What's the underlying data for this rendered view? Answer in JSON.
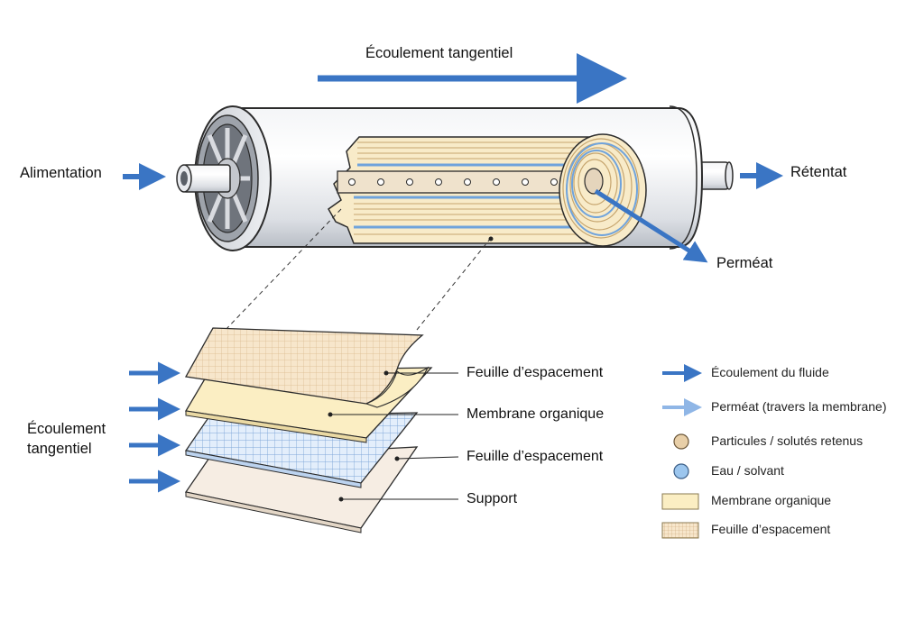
{
  "top": {
    "flow_title": "Écoulement tangentiel",
    "feed_label": "Alimentation",
    "retentate_label": "Rétentat",
    "permeate_label": "Perméat"
  },
  "layers": {
    "side_label_line1": "Écoulement",
    "side_label_line2": "tangentiel",
    "items": [
      {
        "label": "Feuille d’espacement"
      },
      {
        "label": "Membrane organique"
      },
      {
        "label": "Feuille d’espacement"
      },
      {
        "label": "Support"
      }
    ]
  },
  "legend": {
    "items": [
      {
        "label": "Écoulement du fluide",
        "icon": "dark-blue-arrow",
        "color": "#3a75c4"
      },
      {
        "label": "Perméat (travers la membrane)",
        "icon": "light-blue-arrow",
        "color": "#8fb6e6"
      },
      {
        "label": "Particules / solutés retenus",
        "icon": "tan-circle",
        "color": "#e8cfa8"
      },
      {
        "label": "Eau / solvant",
        "icon": "blue-circle",
        "color": "#9cc6ee"
      },
      {
        "label": "Membrane organique",
        "icon": "cream-swatch",
        "color": "#fbeec3"
      },
      {
        "label": "Feuille d’espacement",
        "icon": "grid-swatch",
        "color": "#f5e3c8"
      }
    ]
  },
  "colors": {
    "arrow_blue": "#3a75c4",
    "light_blue": "#8fb6e6",
    "membrane_cream": "#fbeec3",
    "spacer_tan": "#f5e3c8",
    "water_blue": "#cfe2f7",
    "support": "#f6ede3"
  }
}
